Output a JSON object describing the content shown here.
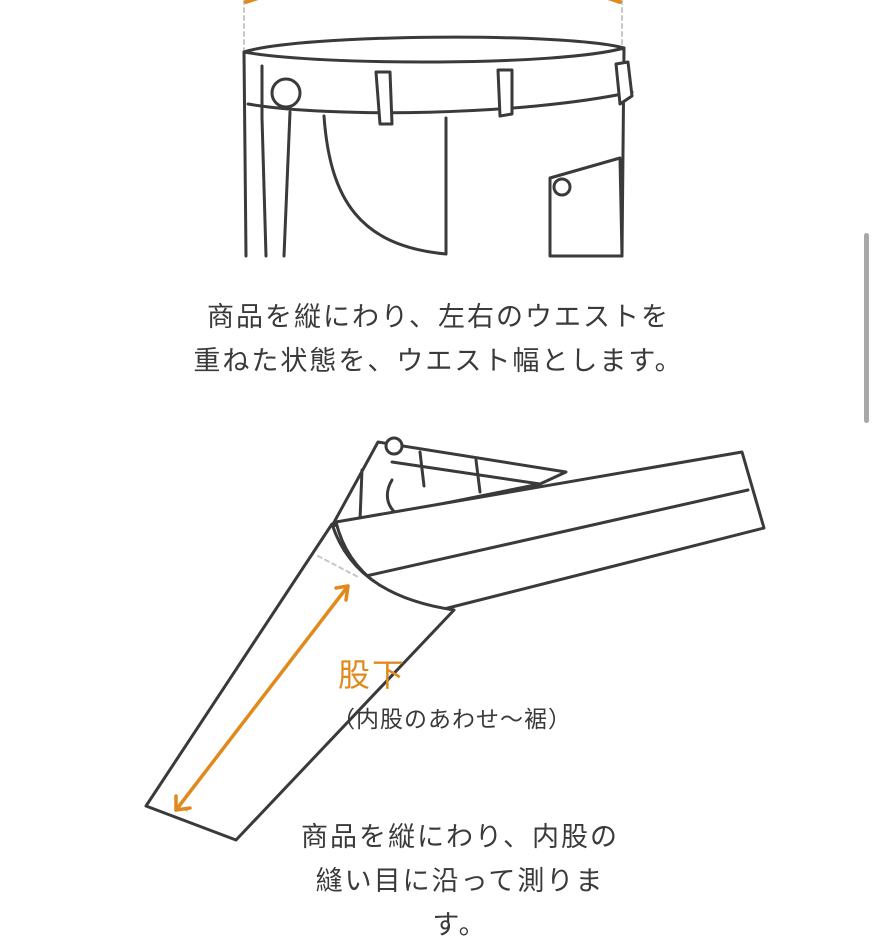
{
  "waist": {
    "caption_line1": "商品を縦にわり、左右のウエストを",
    "caption_line2": "重ねた状態を、ウエスト幅とします。"
  },
  "inseam": {
    "title": "股下",
    "subtitle": "（内股のあわせ〜裾）",
    "caption_line1": "商品を縦にわり、内股の",
    "caption_line2": "縫い目に沿って測ります。"
  },
  "colors": {
    "accent": "#e08a1e",
    "line": "#3a3a3a",
    "background": "#ffffff"
  }
}
